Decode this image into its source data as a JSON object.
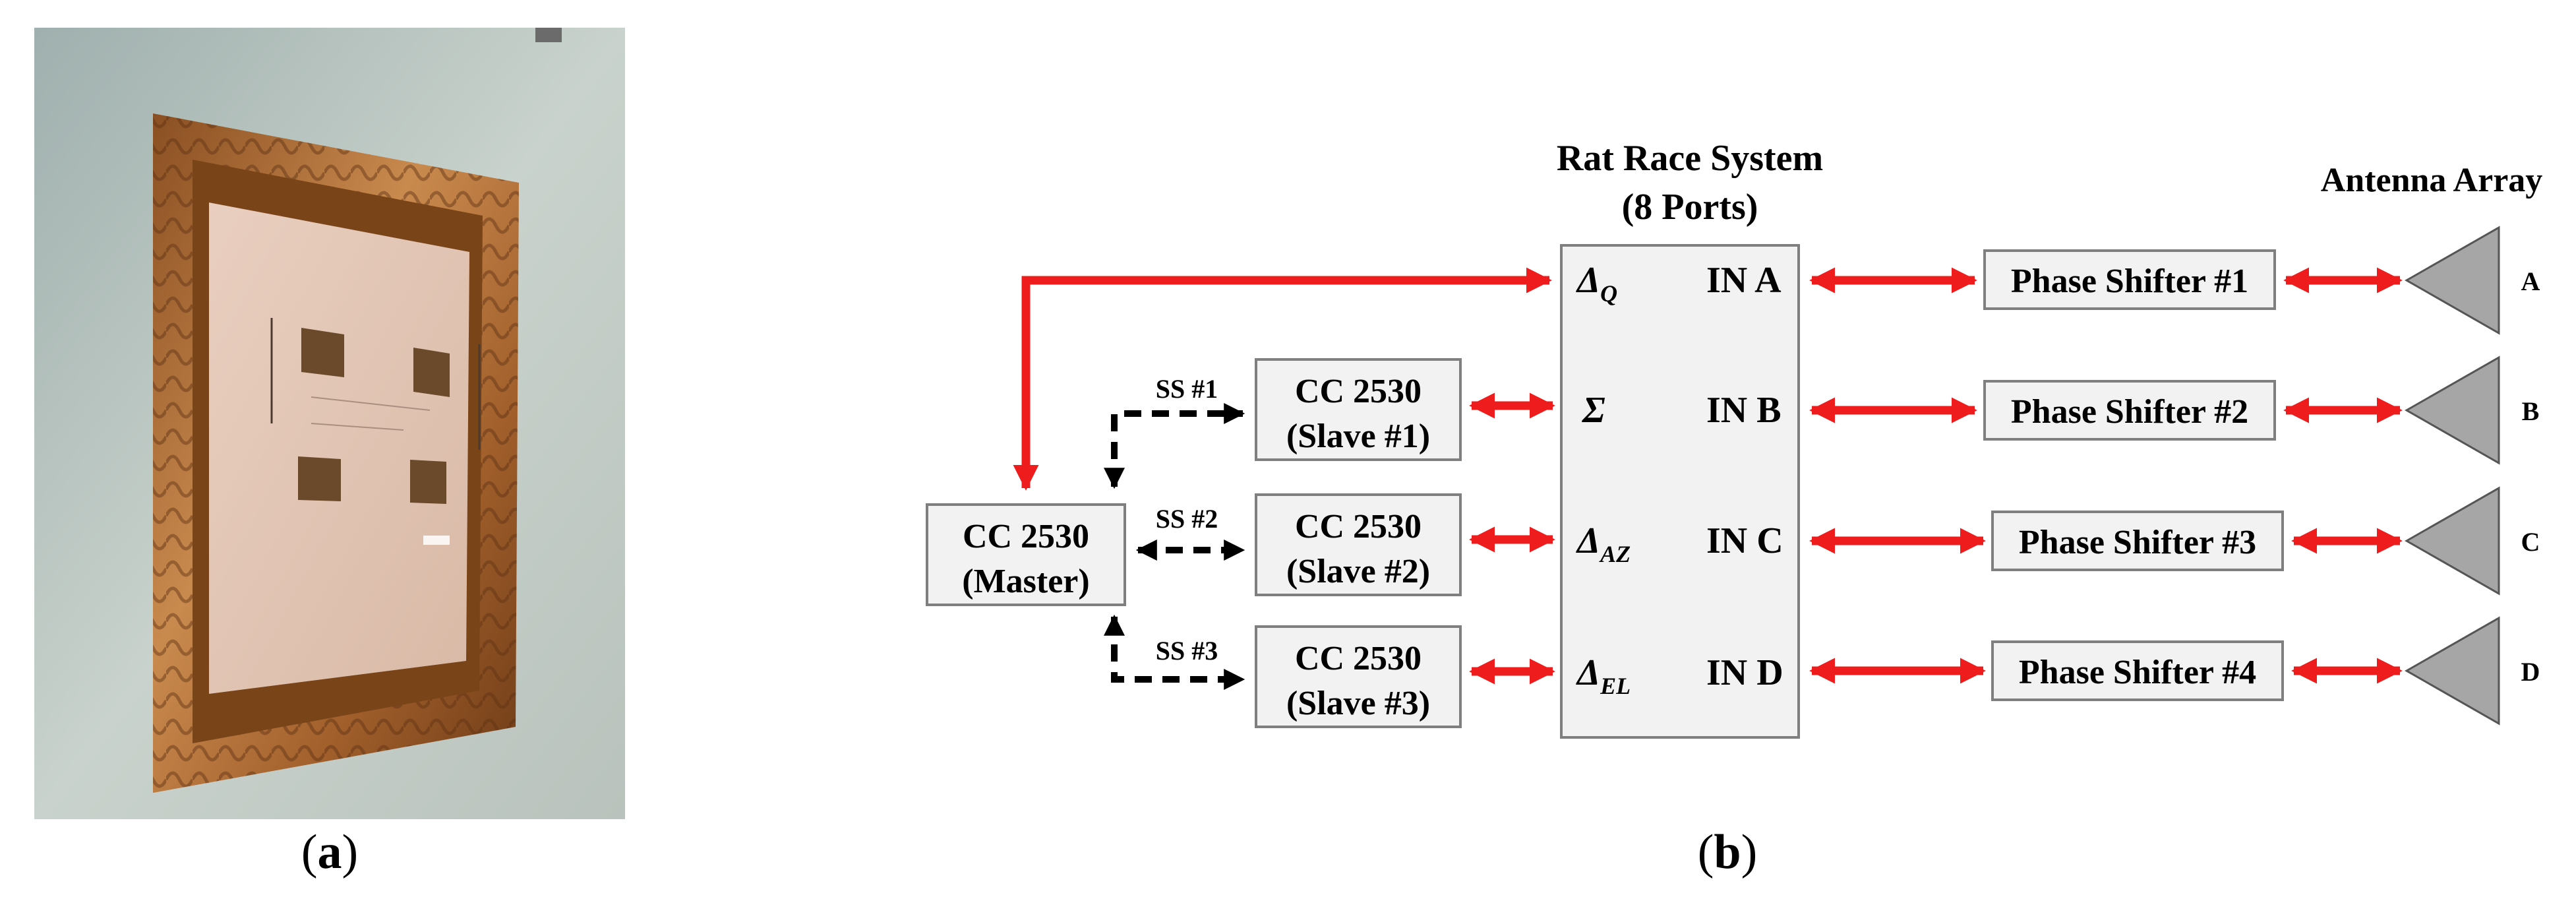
{
  "captions": {
    "a": "a",
    "b": "b"
  },
  "diagram": {
    "rat_race_title_line1": "Rat Race System",
    "rat_race_title_line2": "(8 Ports)",
    "antenna_array_title": "Antenna Array",
    "master": {
      "line1": "CC 2530",
      "line2": "(Master)"
    },
    "slaves": [
      {
        "line1": "CC 2530",
        "line2": "(Slave #1)",
        "link": "SS #1"
      },
      {
        "line1": "CC 2530",
        "line2": "(Slave #2)",
        "link": "SS #2"
      },
      {
        "line1": "CC 2530",
        "line2": "(Slave #3)",
        "link": "SS #3"
      }
    ],
    "ports": [
      {
        "sym": "Δ",
        "sub": "Q",
        "input": "IN A"
      },
      {
        "sym": "Σ",
        "sub": "",
        "input": "IN B"
      },
      {
        "sym": "Δ",
        "sub": "AZ",
        "input": "IN C"
      },
      {
        "sym": "Δ",
        "sub": "EL",
        "input": "IN D"
      }
    ],
    "phase_shifters": [
      "Phase Shifter #1",
      "Phase Shifter #2",
      "Phase Shifter #3",
      "Phase Shifter #4"
    ],
    "antennas": [
      "A",
      "B",
      "C",
      "D"
    ],
    "colors": {
      "arrow": "#ee1c1c",
      "box_fill": "#f2f2f2",
      "box_stroke": "#7f7f7f",
      "antenna": "#a6a6a6"
    }
  }
}
